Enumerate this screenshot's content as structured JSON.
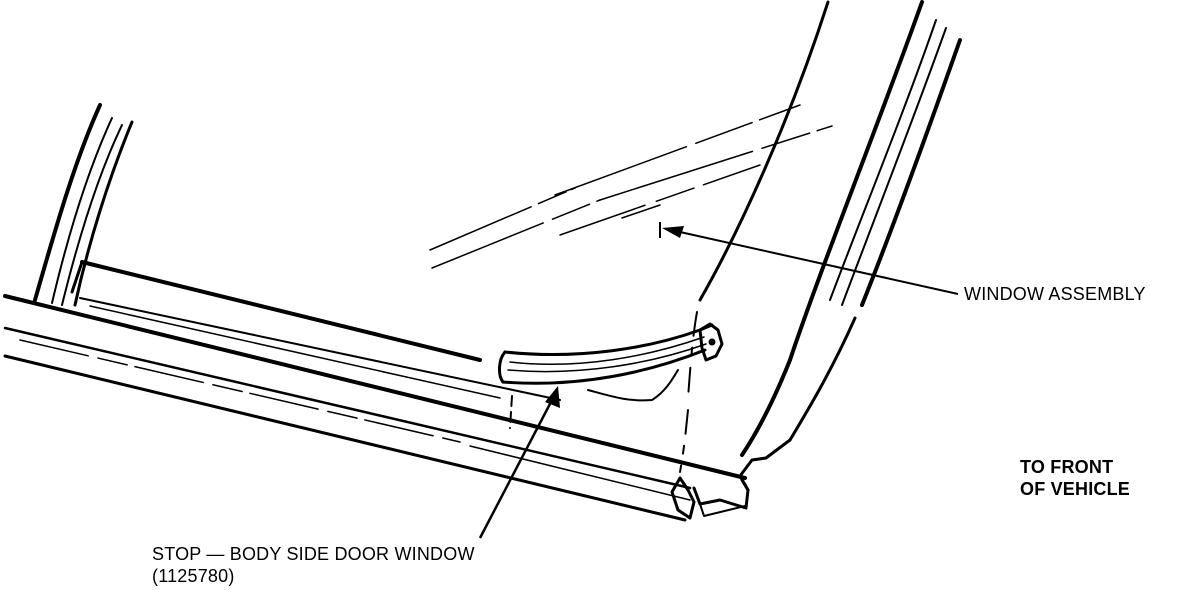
{
  "labels": {
    "window_assembly": "WINDOW ASSEMBLY",
    "to_front": {
      "line1": "TO FRONT",
      "line2": "OF VEHICLE"
    },
    "stop": {
      "line1": "STOP — BODY SIDE DOOR WINDOW",
      "line2": "(1125780)"
    }
  },
  "colors": {
    "ink": "#000000",
    "paper": "#ffffff"
  }
}
